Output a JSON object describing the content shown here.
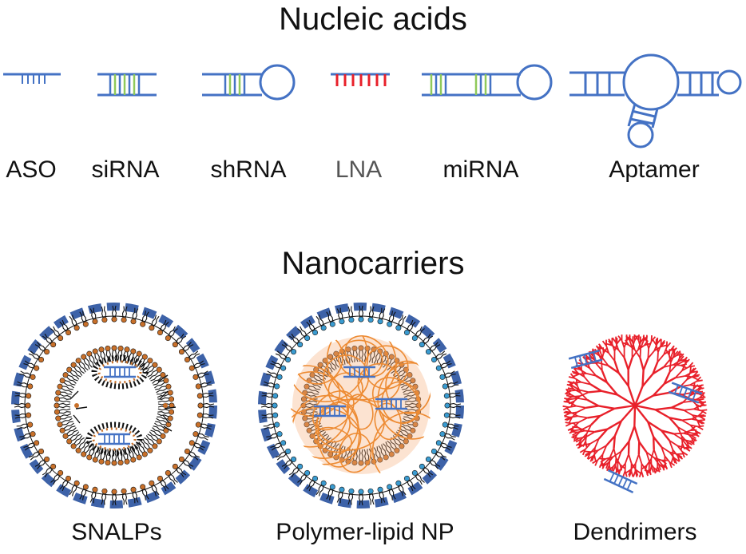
{
  "sections": {
    "nucleic_acids": {
      "title": "Nucleic acids",
      "items": [
        "ASO",
        "siRNA",
        "shRNA",
        "LNA",
        "miRNA",
        "Aptamer"
      ]
    },
    "nanocarriers": {
      "title": "Nanocarriers",
      "items": [
        "SNALPs",
        "Polymer-lipid NP",
        "Dendrimers"
      ]
    }
  },
  "colors": {
    "strand": "#4472c4",
    "base_pair": "#8fc95a",
    "lna_base": "#e8202a",
    "coat": "#3d62a8",
    "lipid_head_orange": "#c8702a",
    "lipid_head_blue": "#3a9bd0",
    "polymer": "#ed8b33",
    "dendrimer": "#e8202a",
    "text": "#111111",
    "text_muted": "#555555"
  }
}
